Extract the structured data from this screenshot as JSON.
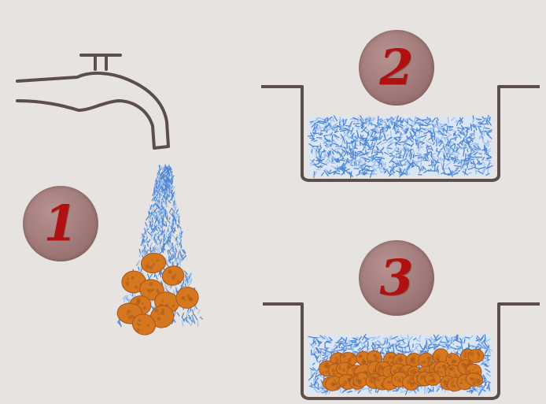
{
  "steps": [
    {
      "number": "1",
      "label_color": "#b01010"
    },
    {
      "number": "2",
      "label_color": "#b01010"
    },
    {
      "number": "3",
      "label_color": "#b01010"
    }
  ],
  "colors": {
    "background": "#e6e3e0",
    "outline": "#5b4e4c",
    "water": "#4f86d4",
    "water_light": "#9cc0ec",
    "potato": "#d4771f",
    "potato_dark": "#a9551a"
  },
  "icons": [
    "faucet-icon",
    "water-stream-icon",
    "pot-icon",
    "potato-icon"
  ]
}
